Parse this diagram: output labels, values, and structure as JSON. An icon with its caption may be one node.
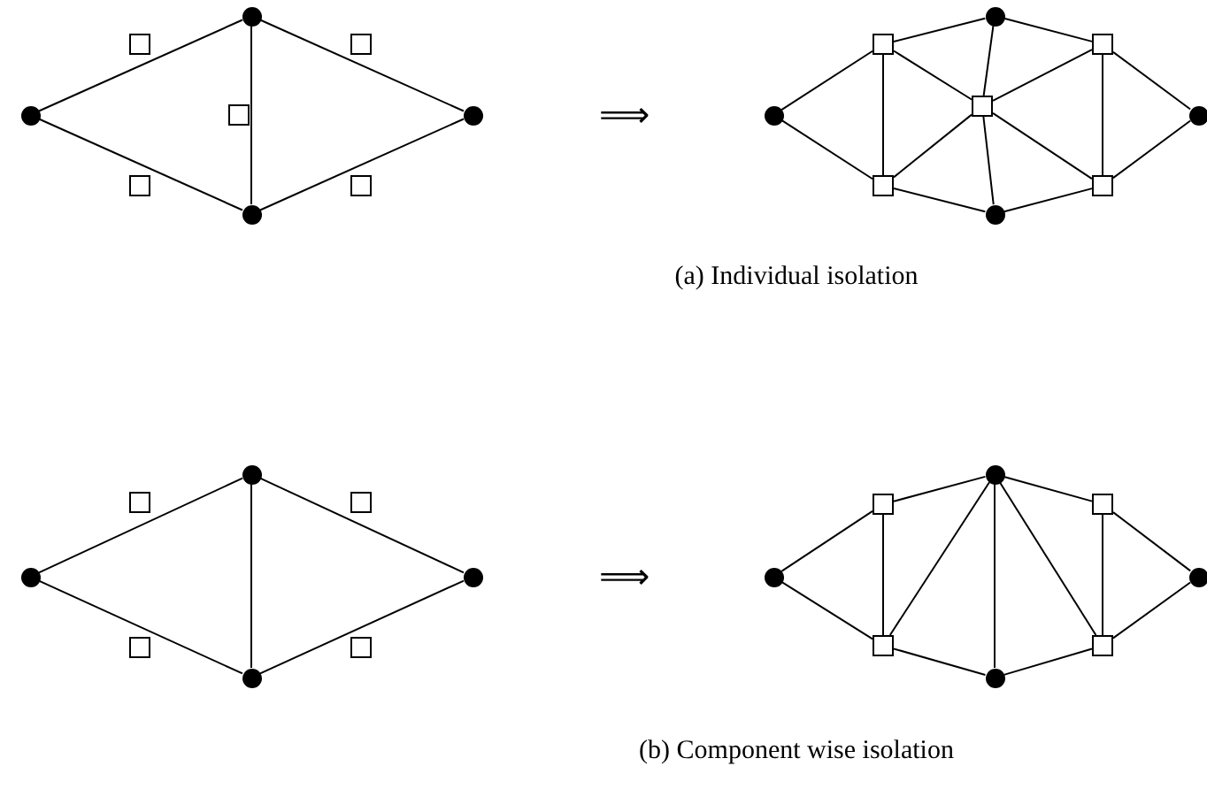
{
  "diagram": {
    "nodes": [
      {
        "text": [],
        "shape": "circle"
      },
      {
        "text": [],
        "shape": "circle"
      },
      {
        "text": [],
        "shape": "circle"
      },
      {
        "text": [],
        "shape": "circle"
      },
      {
        "text": [],
        "shape": "box"
      },
      {
        "text": [],
        "shape": "box"
      },
      {
        "text": [],
        "shape": "box"
      },
      {
        "text": [],
        "shape": "box"
      },
      {
        "text": [],
        "shape": "box"
      },
      {
        "text": [],
        "shape": "circle"
      },
      {
        "text": [],
        "shape": "circle"
      },
      {
        "text": [],
        "shape": "circle"
      },
      {
        "text": [],
        "shape": "circle"
      },
      {
        "text": [],
        "shape": "box"
      },
      {
        "text": [],
        "shape": "box"
      },
      {
        "text": [],
        "shape": "box"
      },
      {
        "text": [],
        "shape": "box"
      },
      {
        "text": [],
        "shape": "box"
      },
      {
        "text": [],
        "shape": "circle"
      },
      {
        "text": [],
        "shape": "circle"
      },
      {
        "text": [],
        "shape": "circle"
      },
      {
        "text": [],
        "shape": "circle"
      },
      {
        "text": [],
        "shape": "box"
      },
      {
        "text": [],
        "shape": "box"
      },
      {
        "text": [],
        "shape": "box"
      },
      {
        "text": [],
        "shape": "box"
      },
      {
        "text": [],
        "shape": "circle"
      },
      {
        "text": [],
        "shape": "circle"
      },
      {
        "text": [],
        "shape": "circle"
      },
      {
        "text": [],
        "shape": "circle"
      },
      {
        "text": [],
        "shape": "box"
      },
      {
        "text": [],
        "shape": "box"
      },
      {
        "text": [],
        "shape": "box"
      },
      {
        "text": [],
        "shape": "box"
      }
    ],
    "edges": [
      {
        "from": 0,
        "to": 1,
        "arrow": "none"
      },
      {
        "from": 1,
        "to": 3,
        "arrow": "none"
      },
      {
        "from": 0,
        "to": 2,
        "arrow": "none"
      },
      {
        "from": 2,
        "to": 3,
        "arrow": "none"
      },
      {
        "from": 1,
        "to": 2,
        "arrow": "none"
      },
      {
        "from": 9,
        "to": 13,
        "arrow": "none"
      },
      {
        "from": 9,
        "to": 16,
        "arrow": "none"
      },
      {
        "from": 13,
        "to": 10,
        "arrow": "none"
      },
      {
        "from": 13,
        "to": 16,
        "arrow": "none"
      },
      {
        "from": 13,
        "to": 15,
        "arrow": "none"
      },
      {
        "from": 16,
        "to": 15,
        "arrow": "none"
      },
      {
        "from": 16,
        "to": 11,
        "arrow": "none"
      },
      {
        "from": 10,
        "to": 15,
        "arrow": "none"
      },
      {
        "from": 15,
        "to": 11,
        "arrow": "none"
      },
      {
        "from": 10,
        "to": 14,
        "arrow": "none"
      },
      {
        "from": 15,
        "to": 14,
        "arrow": "none"
      },
      {
        "from": 15,
        "to": 17,
        "arrow": "none"
      },
      {
        "from": 14,
        "to": 17,
        "arrow": "none"
      },
      {
        "from": 11,
        "to": 17,
        "arrow": "none"
      },
      {
        "from": 14,
        "to": 12,
        "arrow": "none"
      },
      {
        "from": 17,
        "to": 12,
        "arrow": "none"
      },
      {
        "from": 18,
        "to": 19,
        "arrow": "none"
      },
      {
        "from": 19,
        "to": 21,
        "arrow": "none"
      },
      {
        "from": 18,
        "to": 20,
        "arrow": "none"
      },
      {
        "from": 20,
        "to": 21,
        "arrow": "none"
      },
      {
        "from": 19,
        "to": 20,
        "arrow": "none"
      },
      {
        "from": 26,
        "to": 30,
        "arrow": "none"
      },
      {
        "from": 26,
        "to": 32,
        "arrow": "none"
      },
      {
        "from": 30,
        "to": 27,
        "arrow": "none"
      },
      {
        "from": 30,
        "to": 32,
        "arrow": "none"
      },
      {
        "from": 27,
        "to": 32,
        "arrow": "none"
      },
      {
        "from": 27,
        "to": 28,
        "arrow": "none"
      },
      {
        "from": 27,
        "to": 33,
        "arrow": "none"
      },
      {
        "from": 32,
        "to": 28,
        "arrow": "none"
      },
      {
        "from": 27,
        "to": 31,
        "arrow": "none"
      },
      {
        "from": 31,
        "to": 33,
        "arrow": "none"
      },
      {
        "from": 28,
        "to": 33,
        "arrow": "none"
      },
      {
        "from": 31,
        "to": 29,
        "arrow": "none"
      },
      {
        "from": 33,
        "to": 29,
        "arrow": "none"
      }
    ],
    "labels": [
      "⟹",
      "(a) Individual isolation",
      "⟹",
      "(b) Component wise isolation"
    ]
  }
}
